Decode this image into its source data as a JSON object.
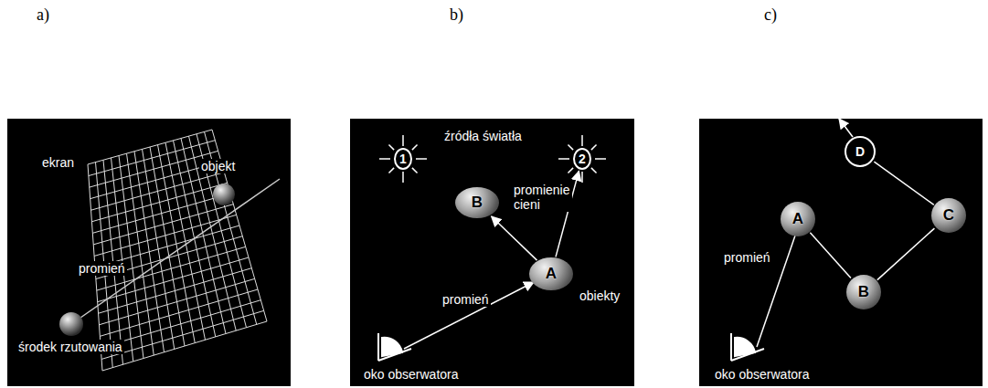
{
  "diagram": {
    "nodes": [
      {
        "text": [
          "1"
        ]
      },
      {
        "text": [
          "2"
        ]
      },
      {
        "text": [
          "B"
        ]
      },
      {
        "text": [
          "A"
        ]
      },
      {
        "text": [
          "A"
        ]
      },
      {
        "text": [
          "B"
        ]
      },
      {
        "text": [
          "C"
        ]
      },
      {
        "text": [
          "D"
        ]
      }
    ],
    "edges": [
      {
        "from": 3,
        "to": 2,
        "arrow": "to"
      },
      {
        "from": 3,
        "to": 1,
        "arrow": "to"
      },
      {
        "from": 4,
        "to": 5,
        "arrow": "none"
      },
      {
        "from": 5,
        "to": 6,
        "arrow": "none"
      },
      {
        "from": 6,
        "to": 7,
        "arrow": "none"
      }
    ],
    "labels": [
      "a)",
      "b)",
      "c)",
      "ekran",
      "objekt",
      "promień",
      "środek rzutowania",
      "źródła światła",
      "promienie cieni",
      "promień",
      "obiekty",
      "oko obserwatora",
      "promień",
      "oko obserwatora"
    ]
  }
}
